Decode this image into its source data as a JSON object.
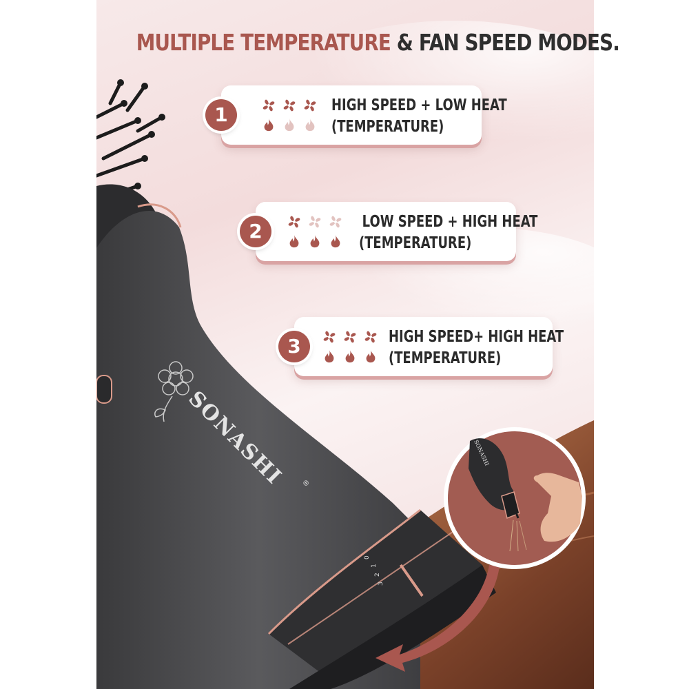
{
  "headline": {
    "highlight": "MULTIPLE TEMPERATURE",
    "rest": "& FAN SPEED MODES."
  },
  "colors": {
    "accent": "#a9574f",
    "accent_light": "#e2c3c0",
    "text_dark": "#2b2b2b"
  },
  "modes": [
    {
      "number": "1",
      "line1": "HIGH SPEED + LOW HEAT",
      "line2": "(TEMPERATURE)",
      "fan_level": 3,
      "heat_level": 1
    },
    {
      "number": "2",
      "line1": "LOW SPEED + HIGH HEAT",
      "line2": "(TEMPERATURE)",
      "fan_level": 1,
      "heat_level": 3
    },
    {
      "number": "3",
      "line1": "HIGH SPEED+ HIGH HEAT",
      "line2": "(TEMPERATURE)",
      "fan_level": 3,
      "heat_level": 3
    }
  ],
  "product": {
    "brand": "SONASHI",
    "registered_mark": "®",
    "inset_brand": "SONASHI",
    "dial_labels": [
      "0",
      "1",
      "2",
      "3"
    ]
  },
  "icons": {
    "fan": "fan-icon",
    "heat": "flame-icon",
    "rotate": "rotate-arrow-icon",
    "logo": "flower-logo-icon"
  }
}
